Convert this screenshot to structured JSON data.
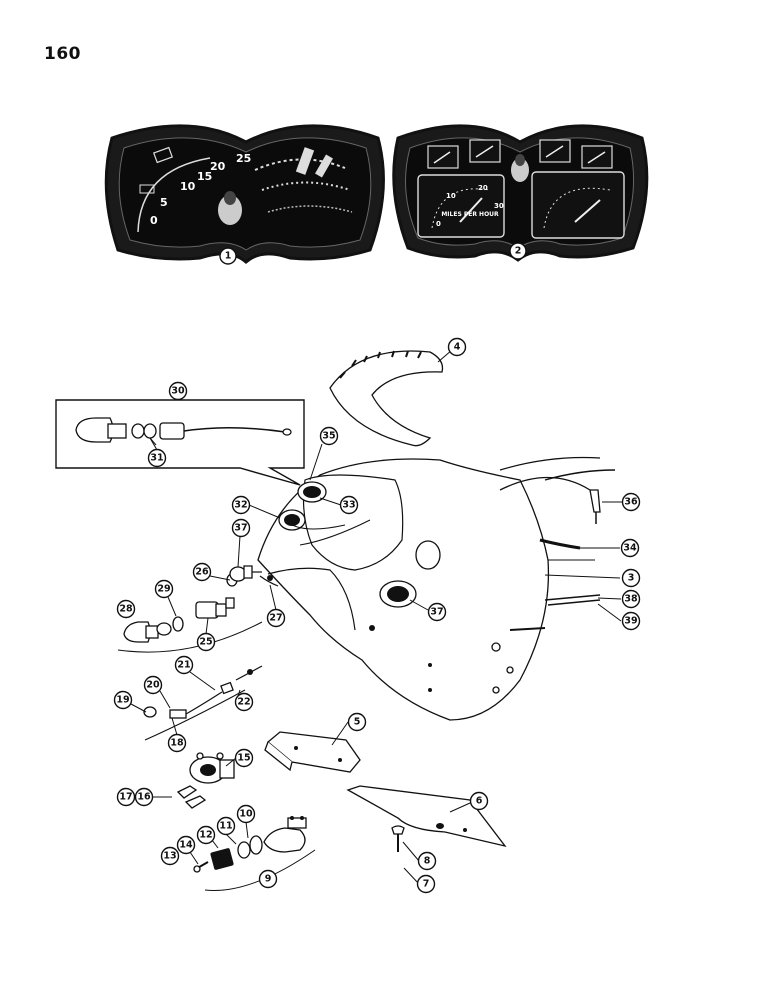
{
  "page": {
    "number": "160"
  },
  "cluster1": {
    "callout": "1",
    "speed_numbers": [
      "0",
      "5",
      "10",
      "15",
      "20",
      "25"
    ]
  },
  "cluster2": {
    "callout": "2",
    "dial_text": "MILES PER HOUR",
    "dial_numbers": [
      "0",
      "10",
      "20",
      "30"
    ]
  },
  "callouts": [
    "3",
    "4",
    "5",
    "6",
    "7",
    "8",
    "9",
    "10",
    "11",
    "12",
    "13",
    "14",
    "15",
    "16",
    "17",
    "18",
    "19",
    "20",
    "21",
    "22",
    "25",
    "26",
    "27",
    "28",
    "29",
    "30",
    "31",
    "32",
    "33",
    "34",
    "35",
    "36",
    "37",
    "38",
    "39"
  ],
  "colors": {
    "ink": "#111111",
    "paper": "#ffffff"
  }
}
